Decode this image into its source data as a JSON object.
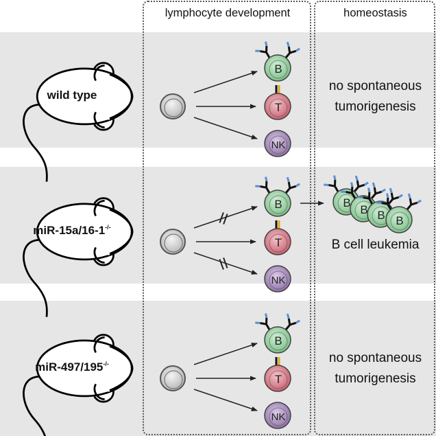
{
  "columns": {
    "development": "lymphocyte development",
    "homeostasis": "homeostasis"
  },
  "rows": [
    {
      "genotype": "wild type",
      "superscript": "",
      "blocked_paths": [],
      "outcome_line1": "no spontaneous",
      "outcome_line2": "tumorigenesis"
    },
    {
      "genotype": "miR-15a/16-1",
      "superscript": "-/-",
      "blocked_paths": [
        "B",
        "NK"
      ],
      "outcome": "B cell leukemia"
    },
    {
      "genotype": "miR-497/195",
      "superscript": "-/-",
      "blocked_paths": [],
      "outcome_line1": "no spontaneous",
      "outcome_line2": "tumorigenesis"
    }
  ],
  "cells": {
    "b_label": "B",
    "t_label": "T",
    "nk_label": "NK"
  },
  "colors": {
    "background_band": "#e6e6e6",
    "b_cell": "#9fd3a8",
    "t_cell": "#d97c8a",
    "nk_cell": "#a88fbd",
    "progenitor": "#cfcfcf",
    "receptor_blue": "#5b8fd0",
    "receptor_yellow": "#e0a81c"
  }
}
